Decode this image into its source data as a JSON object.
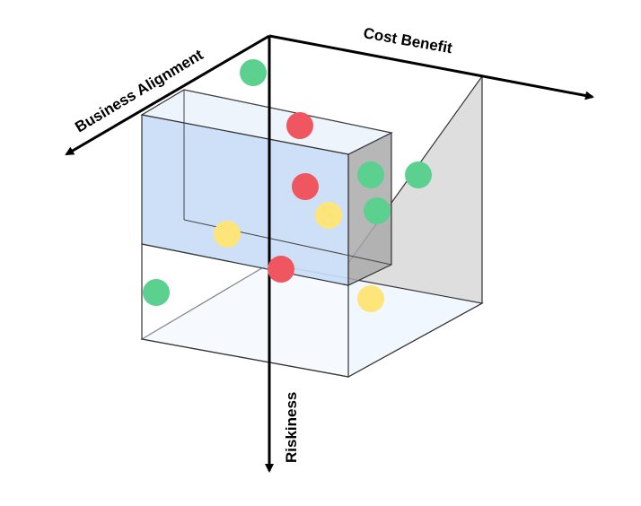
{
  "axes": {
    "business_alignment": "Business Alignment",
    "cost_benefit": "Cost Benefit",
    "riskiness": "Riskiness"
  },
  "colors": {
    "green": "#5cd08f",
    "red": "#f0565f",
    "yellow": "#fde57a",
    "blue_face": "#c9ddf6",
    "outline": "#000000"
  },
  "dot_legend_semantics": {
    "green": "green-dot",
    "red": "red-dot",
    "yellow": "yellow-dot"
  }
}
